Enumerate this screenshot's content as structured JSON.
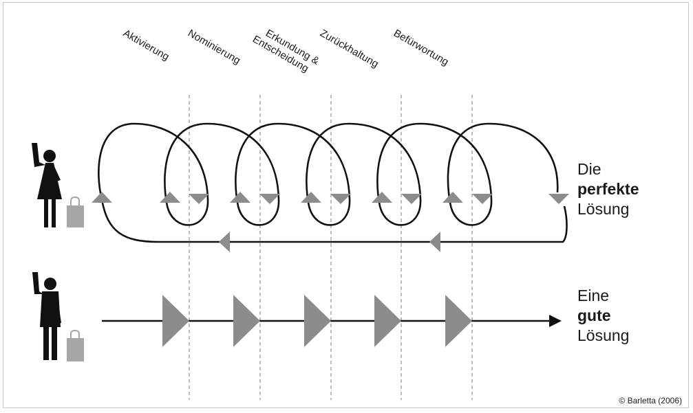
{
  "phases": [
    {
      "line1": "Aktivierung",
      "line2": ""
    },
    {
      "line1": "Nominierung",
      "line2": ""
    },
    {
      "line1": "Erkundung &",
      "line2": "Entscheidung"
    },
    {
      "line1": "Zurückhaltung",
      "line2": ""
    },
    {
      "line1": "Befürwortung",
      "line2": ""
    }
  ],
  "outcome_top": {
    "line1": "Die",
    "line2": "perfekte",
    "line3": "Lösung"
  },
  "outcome_bottom": {
    "line1": "Eine",
    "line2": "gute",
    "line3": "Lösung"
  },
  "credit": "© Barletta (2006)",
  "colors": {
    "ink": "#111111",
    "arrow_gray": "#8c8c8c",
    "bag_gray": "#a6a6a6",
    "divider": "#7a7a7a"
  }
}
